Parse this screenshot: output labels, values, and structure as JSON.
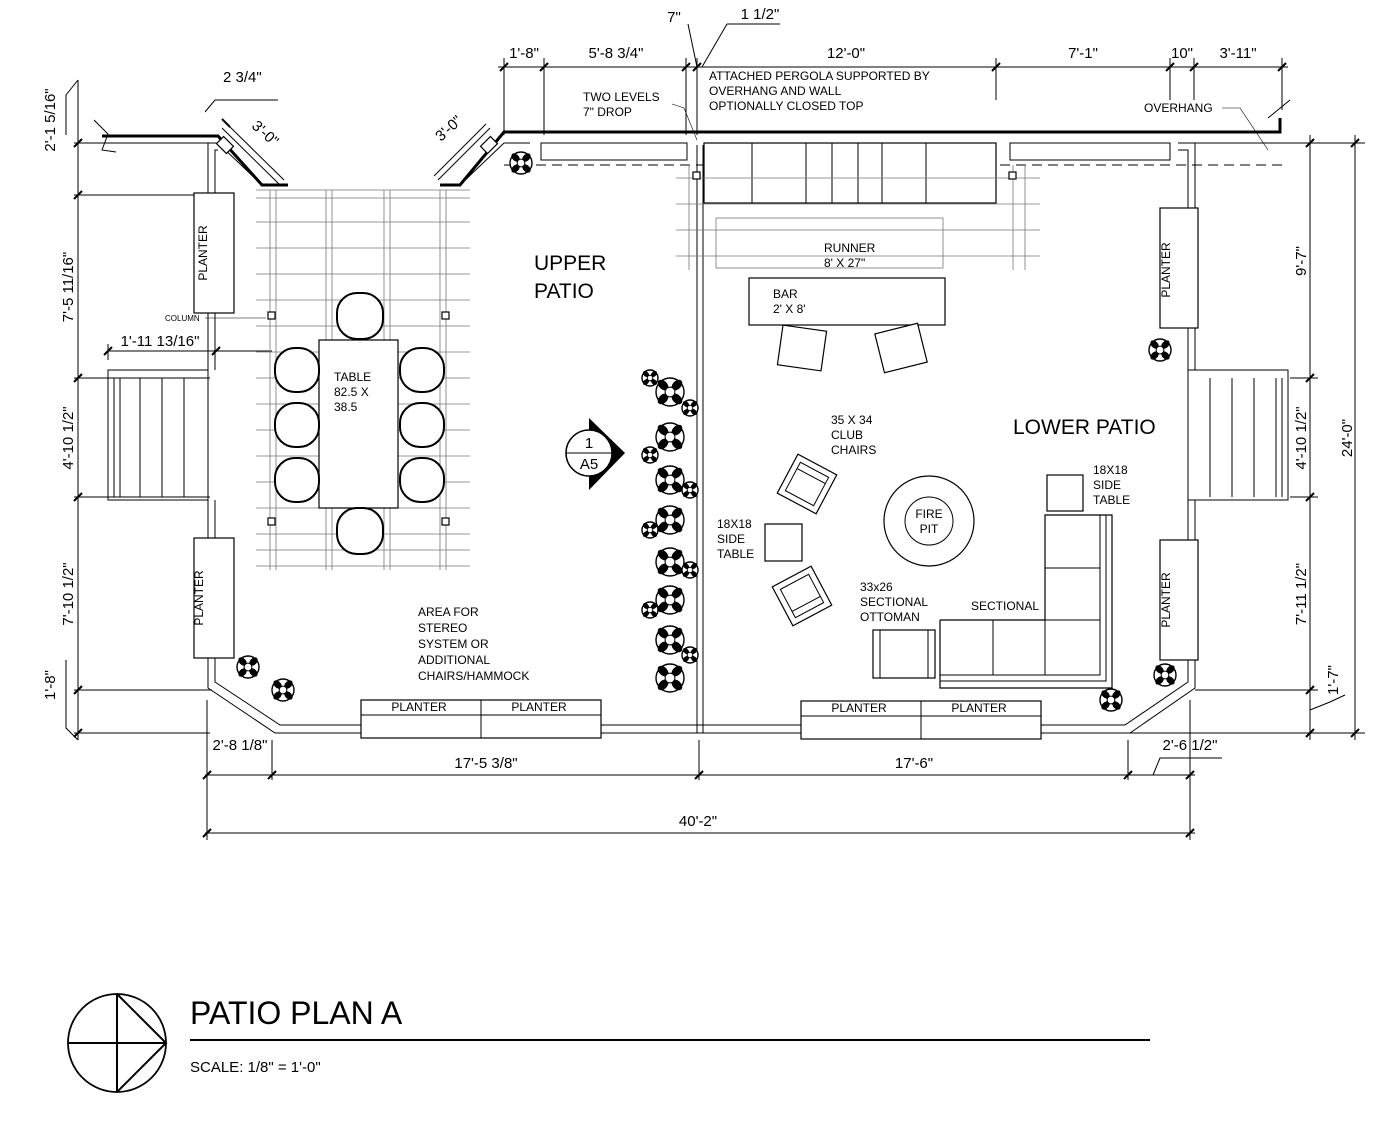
{
  "title": "PATIO PLAN A",
  "scale": "SCALE: 1/8\" = 1'-0\"",
  "section_marker": {
    "number": "1",
    "sheet": "A5"
  },
  "areas": {
    "upper": [
      "UPPER",
      "PATIO"
    ],
    "lower": "LOWER PATIO"
  },
  "notes": {
    "pergola": [
      "ATTACHED PERGOLA SUPPORTED BY",
      "OVERHANG AND WALL",
      "OPTIONALLY CLOSED TOP"
    ],
    "levels": [
      "TWO LEVELS",
      "7\" DROP"
    ],
    "overhang": "OVERHANG",
    "column": "COLUMN",
    "area": [
      "AREA FOR",
      "STEREO",
      "SYSTEM OR",
      "ADDITIONAL",
      "CHAIRS/HAMMOCK"
    ]
  },
  "furniture": {
    "table": [
      "TABLE",
      "82.5 X",
      "38.5"
    ],
    "runner": [
      "RUNNER",
      "8' X 27\""
    ],
    "bar": [
      "BAR",
      "2' X 8'"
    ],
    "club_chairs": [
      "35 X 34",
      "CLUB",
      "CHAIRS"
    ],
    "fire_pit": [
      "FIRE",
      "PIT"
    ],
    "side_table_left": [
      "18X18",
      "SIDE",
      "TABLE"
    ],
    "side_table_right": [
      "18X18",
      "SIDE",
      "TABLE"
    ],
    "ottoman": [
      "33x26",
      "SECTIONAL",
      "OTTOMAN"
    ],
    "sectional": "SECTIONAL",
    "planter": "PLANTER"
  },
  "dimensions": {
    "top": [
      "1'-8\"",
      "5'-8 3/4\"",
      "7\"",
      "1 1/2\"",
      "12'-0\"",
      "7'-1\"",
      "10\"",
      "3'-11\""
    ],
    "corner_top": "2 3/4\"",
    "angled": [
      "3'-0\"",
      "3'-0\""
    ],
    "left": [
      "2'-1 5/16\"",
      "7'-5 11/16\"",
      "4'-10 1/2\"",
      "7'-10 1/2\"",
      "1'-8\""
    ],
    "left_inner": "1'-11 13/16\"",
    "right": [
      "9'-7\"",
      "4'-10 1/2\"",
      "7'-11 1/2\"",
      "1'-7\""
    ],
    "right_total": "24'-0\"",
    "bottom": [
      "2'-8 1/8\"",
      "17'-5 3/8\"",
      "17'-6\"",
      "2'-6 1/2\""
    ],
    "bottom_total": "40'-2\""
  }
}
